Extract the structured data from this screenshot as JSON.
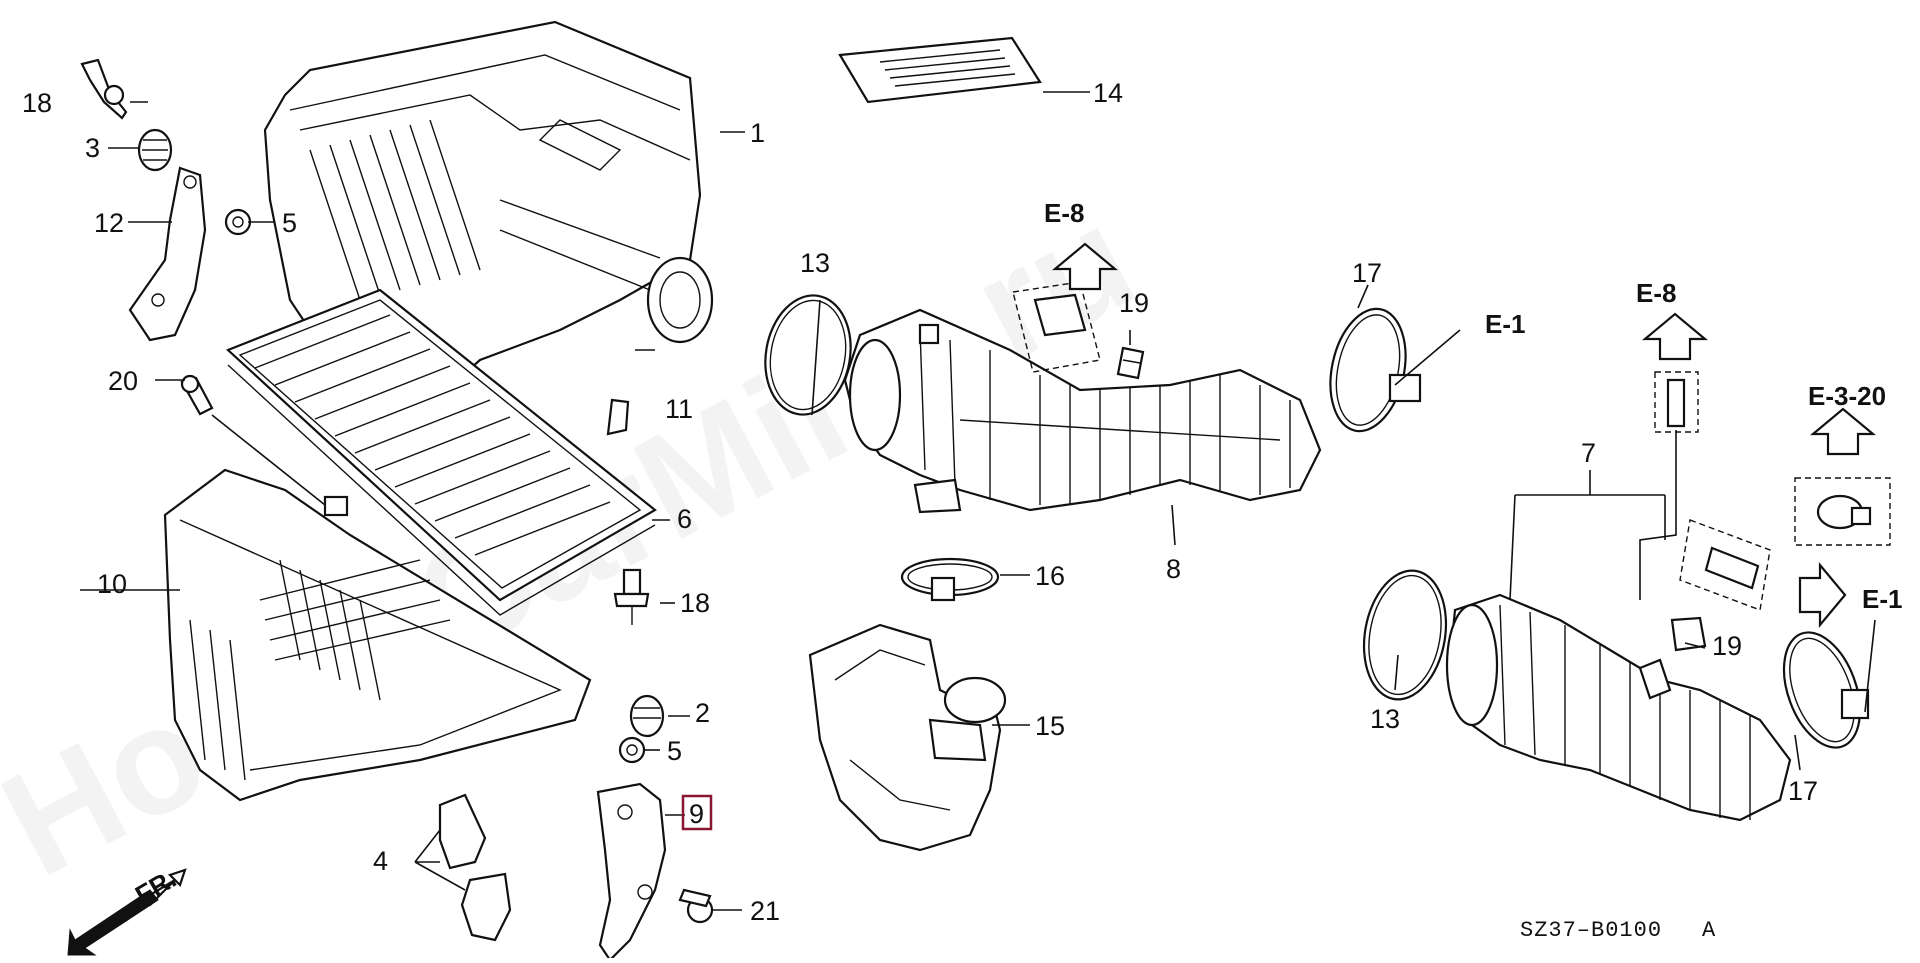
{
  "diagram": {
    "watermark": "HondaCarMine.ru",
    "diagram_code": "SZ37–B0100",
    "diagram_revision": "A",
    "front_label": "FR.",
    "ref_labels": {
      "e8_top": "E-8",
      "e1_upper": "E-1",
      "e8_right": "E-8",
      "e3_20": "E-3-20",
      "e1_lower": "E-1"
    },
    "callouts": [
      {
        "id": "c1",
        "label": "1"
      },
      {
        "id": "c2",
        "label": "2"
      },
      {
        "id": "c3",
        "label": "3"
      },
      {
        "id": "c4",
        "label": "4"
      },
      {
        "id": "c5a",
        "label": "5"
      },
      {
        "id": "c5b",
        "label": "5"
      },
      {
        "id": "c6",
        "label": "6"
      },
      {
        "id": "c7",
        "label": "7"
      },
      {
        "id": "c8",
        "label": "8"
      },
      {
        "id": "c9",
        "label": "9",
        "highlight_color": "#8b1430"
      },
      {
        "id": "c10",
        "label": "10"
      },
      {
        "id": "c11",
        "label": "11"
      },
      {
        "id": "c12",
        "label": "12"
      },
      {
        "id": "c13a",
        "label": "13"
      },
      {
        "id": "c13b",
        "label": "13"
      },
      {
        "id": "c14",
        "label": "14"
      },
      {
        "id": "c15",
        "label": "15"
      },
      {
        "id": "c16",
        "label": "16"
      },
      {
        "id": "c17a",
        "label": "17"
      },
      {
        "id": "c17b",
        "label": "17"
      },
      {
        "id": "c18a",
        "label": "18"
      },
      {
        "id": "c18b",
        "label": "18"
      },
      {
        "id": "c19a",
        "label": "19"
      },
      {
        "id": "c19b",
        "label": "19"
      },
      {
        "id": "c20",
        "label": "20"
      },
      {
        "id": "c21",
        "label": "21"
      }
    ]
  }
}
